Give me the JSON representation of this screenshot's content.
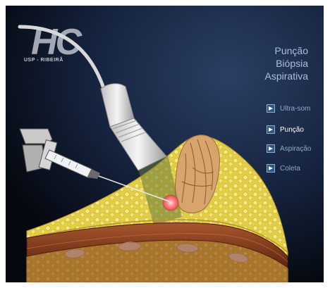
{
  "logo": {
    "mark": "HC",
    "subtitle": "USP - RIBEIRÃ"
  },
  "title": {
    "line1": "Punção",
    "line2": "Biópsia",
    "line3": "Aspirativa"
  },
  "menu": {
    "items": [
      {
        "label": "Ultra-som",
        "active": false
      },
      {
        "label": "Punção",
        "active": true
      },
      {
        "label": "Aspiração",
        "active": false
      },
      {
        "label": "Coleta",
        "active": false
      }
    ]
  },
  "colors": {
    "background": "#000000",
    "title_text": "#a9bfdf",
    "menu_text": "#8fa9c8",
    "menu_active_text": "#ffffff",
    "fat_tissue": "#e6d24a",
    "gland_tissue": "#d9a46a",
    "muscle": "#8a3a1e",
    "lesion": "#ff6b6b"
  }
}
